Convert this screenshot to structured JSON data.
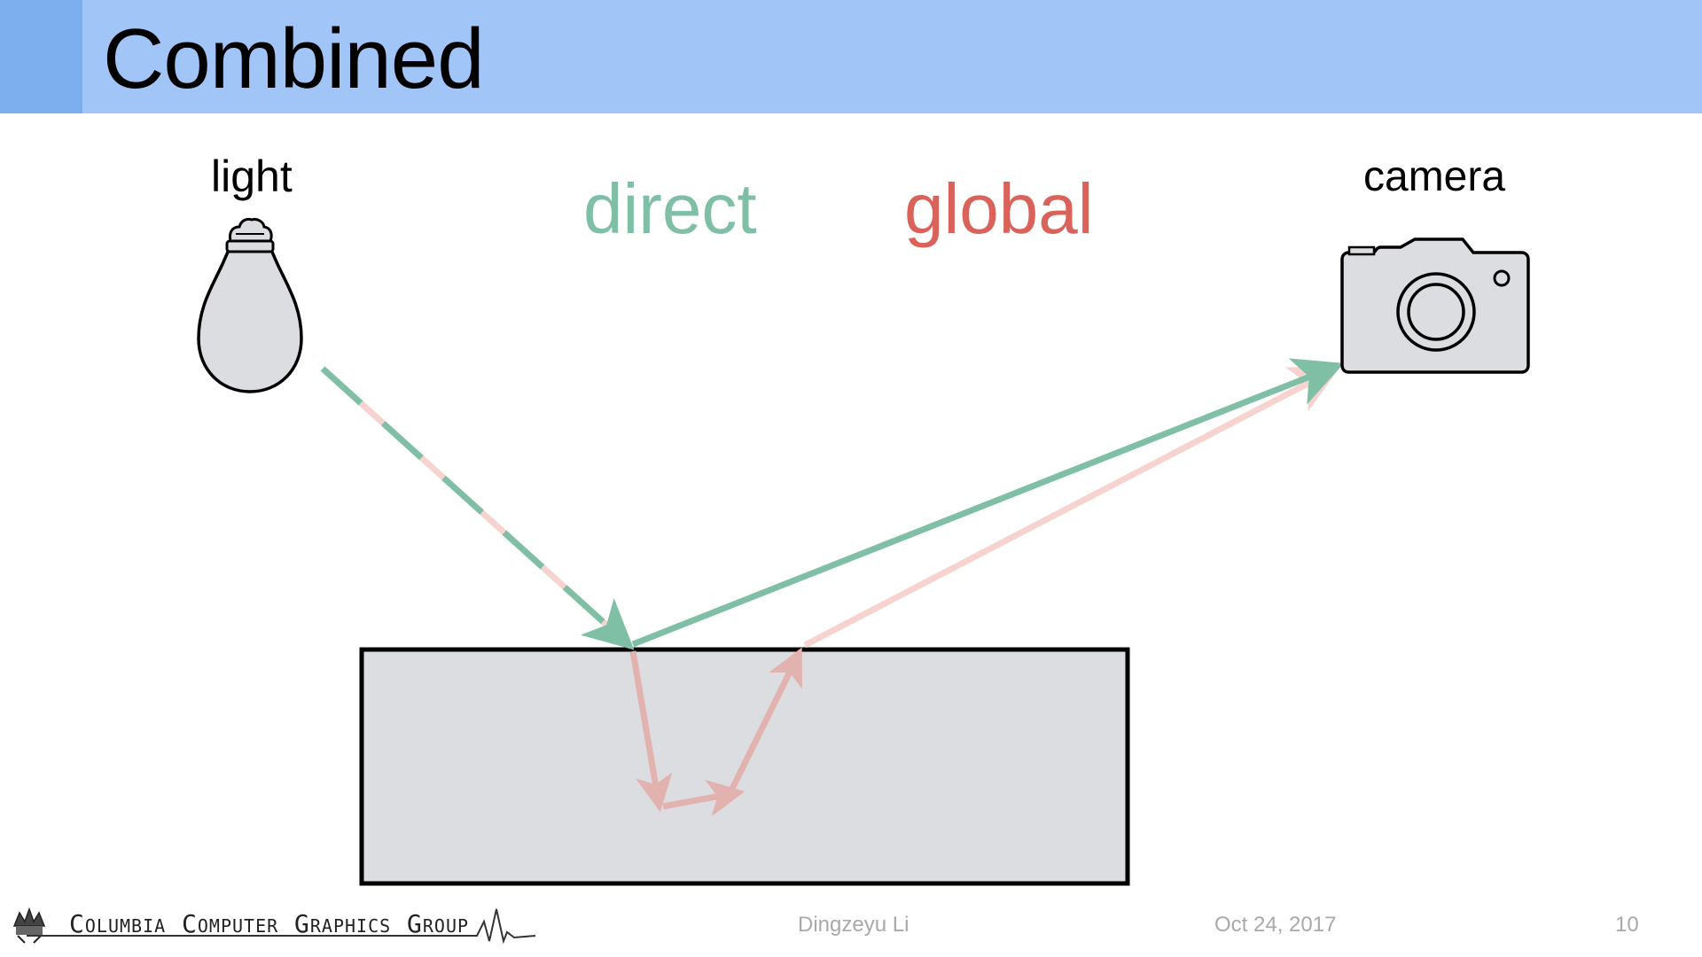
{
  "title": "Combined",
  "labels": {
    "light": "light",
    "camera": "camera",
    "direct": "direct",
    "global": "global"
  },
  "colors": {
    "title_bar": "#a2c5f8",
    "title_accent": "#7dafee",
    "direct": "#7fbfa5",
    "global": "#d9625a",
    "global_path": "#f6d3cf",
    "surface_fill": "#dcdde0"
  },
  "icons": {
    "light": "light-bulb-icon",
    "camera": "camera-icon",
    "logo": "columbia-crown-icon"
  },
  "footer": {
    "group": "Columbia Computer Graphics Group",
    "author": "Dingzeyu Li",
    "date": "Oct 24, 2017",
    "page": "10"
  }
}
